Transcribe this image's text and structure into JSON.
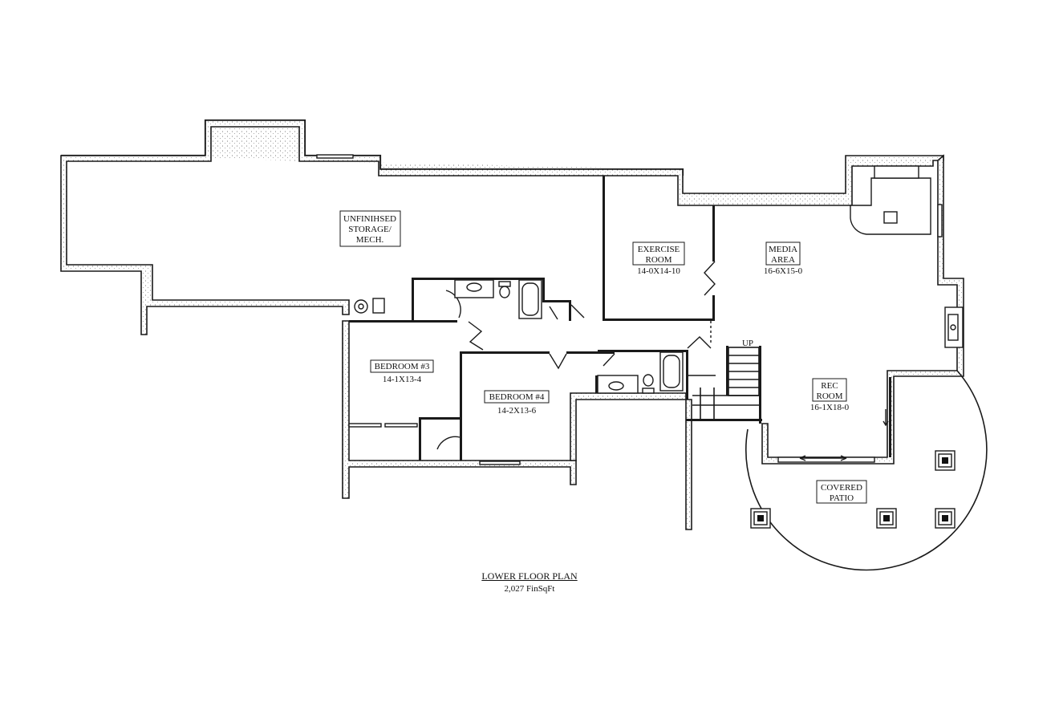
{
  "rooms": {
    "storage": {
      "line1": "UNFINIHSED",
      "line2": "STORAGE/",
      "line3": "MECH."
    },
    "exercise": {
      "line1": "EXERCISE",
      "line2": "ROOM",
      "dims": "14-0X14-10"
    },
    "media": {
      "line1": "MEDIA",
      "line2": "AREA",
      "dims": "16-6X15-0"
    },
    "bedroom3": {
      "name": "BEDROOM #3",
      "dims": "14-1X13-4"
    },
    "bedroom4": {
      "name": "BEDROOM #4",
      "dims": "14-2X13-6"
    },
    "rec": {
      "line1": "REC",
      "line2": "ROOM",
      "dims": "16-1X18-0"
    },
    "patio": {
      "line1": "COVERED",
      "line2": "PATIO"
    }
  },
  "stair_label": "UP",
  "caption": {
    "title": "LOWER FLOOR PLAN",
    "area": "2,027 FinSqFt"
  }
}
